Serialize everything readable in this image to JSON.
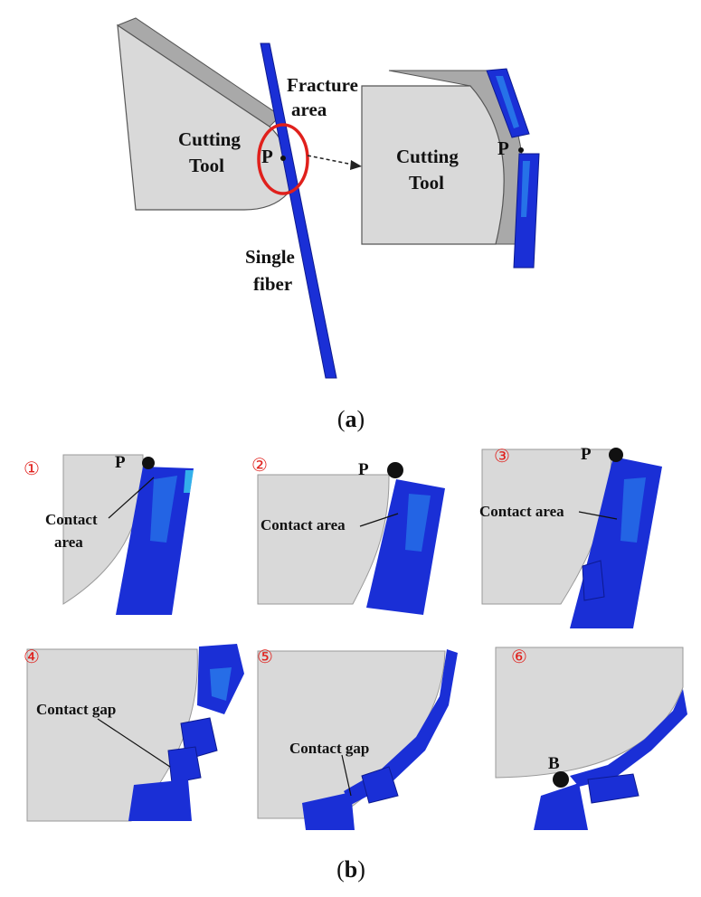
{
  "panel_a": {
    "tool_label_left": [
      "Cutting",
      "Tool"
    ],
    "tool_label_right": [
      "Cutting",
      "Tool"
    ],
    "point_label": "P",
    "fracture_label": [
      "Fracture",
      "area"
    ],
    "fiber_label": [
      "Single",
      "fiber"
    ],
    "caption_open": "(",
    "caption_letter": "a",
    "caption_close": ")"
  },
  "panel_b": {
    "steps": [
      {
        "num": "①",
        "point": "P",
        "annotation": [
          "Contact",
          "area"
        ]
      },
      {
        "num": "②",
        "point": "P",
        "annotation": [
          "Contact area"
        ]
      },
      {
        "num": "③",
        "point": "P",
        "annotation": [
          "Contact area"
        ]
      },
      {
        "num": "④",
        "point": "",
        "annotation": [
          "Contact gap"
        ]
      },
      {
        "num": "⑤",
        "point": "",
        "annotation": [
          "Contact gap"
        ]
      },
      {
        "num": "⑥",
        "point": "B",
        "annotation": []
      }
    ],
    "caption_open": "(",
    "caption_letter": "b",
    "caption_close": ")"
  },
  "colors": {
    "tool_face": "#d9d9d9",
    "tool_side": "#a9a9a9",
    "fiber": "#1a2fd6",
    "fiber_light": "#2c8ff0",
    "highlight": "#e0201c"
  }
}
